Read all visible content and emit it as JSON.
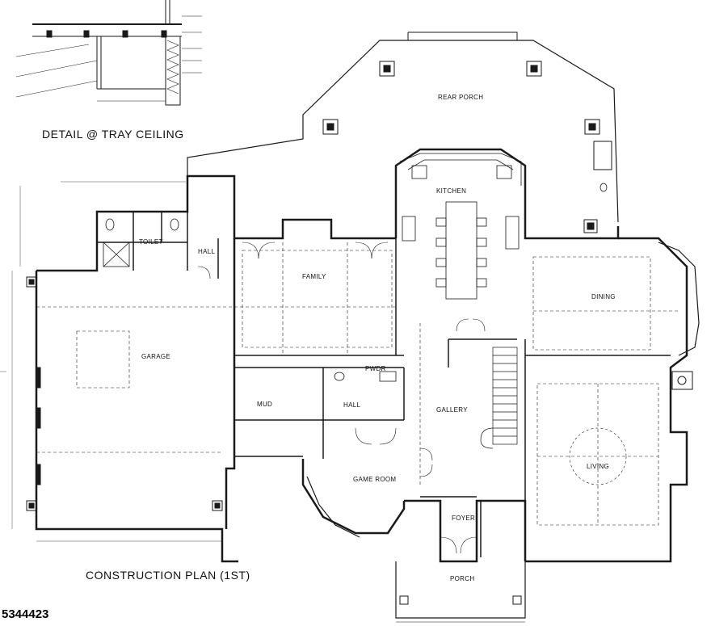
{
  "detail_title": "DETAIL @ TRAY CEILING",
  "plan_title": "CONSTRUCTION PLAN (1ST)",
  "listing_number": "5344423",
  "rooms": {
    "rear_porch": "REAR PORCH",
    "kitchen": "KITCHEN",
    "family": "FAMILY",
    "dining": "DINING",
    "toilet": "TOILET",
    "hall_upper": "HALL",
    "garage": "GARAGE",
    "pwdr": "PWDR",
    "mud": "MUD",
    "hall_lower": "HALL",
    "gallery": "GALLERY",
    "living": "LIVING",
    "game_room": "GAME ROOM",
    "foyer": "FOYER",
    "porch": "PORCH"
  },
  "colors": {
    "line": "#1a1a1a",
    "background": "#ffffff"
  }
}
